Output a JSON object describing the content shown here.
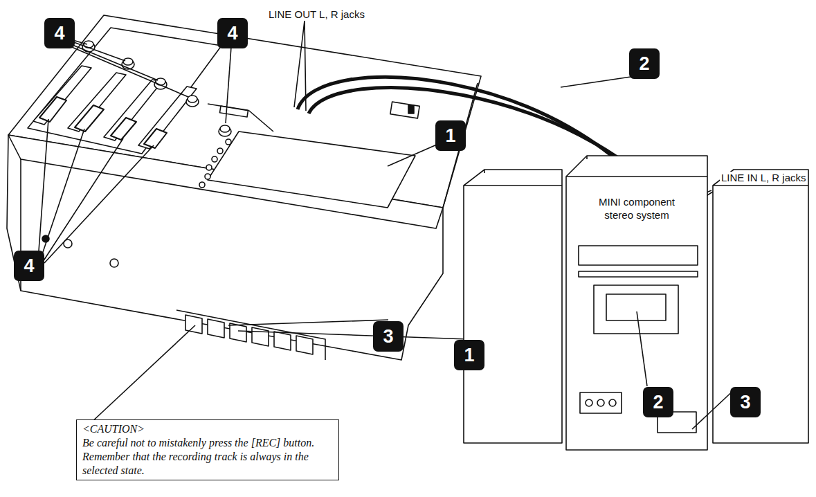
{
  "diagram": {
    "nodes": [
      {
        "text": [
          "MINI component stereo system"
        ]
      },
      {
        "text": [
          "<CAUTION>",
          "Be careful not to mistakenly press the [REC] button. Remember that the recording track is always in the selected state."
        ]
      }
    ],
    "labels": [
      "4",
      "4",
      "LINE OUT L, R jacks",
      "2",
      "1",
      "LINE IN L, R jacks",
      "4",
      "3",
      "1",
      "2",
      "3"
    ]
  }
}
